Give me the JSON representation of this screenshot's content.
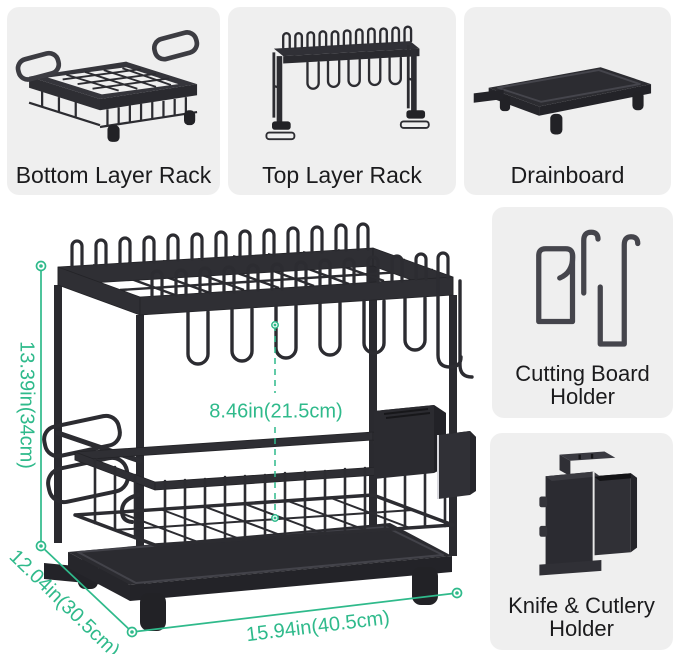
{
  "colors": {
    "background": "#ffffff",
    "panel_bg": "#efefef",
    "label_text": "#1b1b1d",
    "accent_green": "#2fba8b",
    "rack_color": "#2c2c31"
  },
  "component_panels": {
    "top_row": [
      {
        "label": "Bottom Layer Rack",
        "icon": "bottom-layer-rack-icon"
      },
      {
        "label": "Top Layer Rack",
        "icon": "top-layer-rack-icon"
      },
      {
        "label": "Drainboard",
        "icon": "drainboard-icon"
      }
    ],
    "right_column": [
      {
        "label": "Cutting Board Holder",
        "icon": "cutting-board-holder-icon"
      },
      {
        "label": "Knife & Cutlery Holder",
        "icon": "knife-cutlery-holder-icon"
      }
    ]
  },
  "product_diagram": {
    "description": "Two-tier dish drying rack with drainboard",
    "dimensions": {
      "height": "13.39in(34cm)",
      "upper_clearance": "8.46in(21.5cm)",
      "depth": "12.04in(30.5cm)",
      "width": "15.94in(40.5cm)"
    }
  }
}
